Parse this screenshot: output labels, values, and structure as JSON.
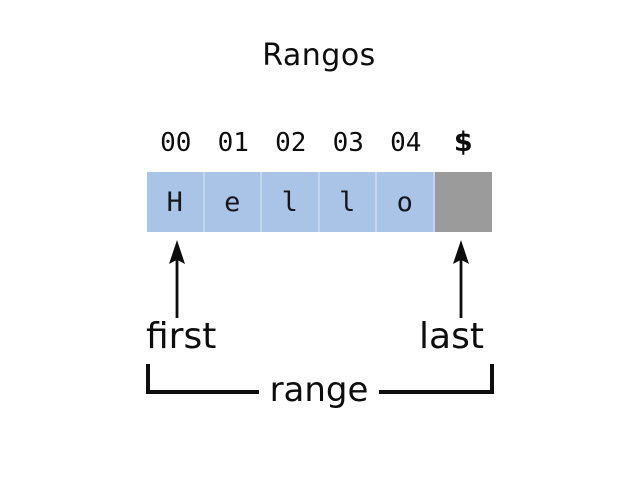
{
  "figure": {
    "title": "Rangos",
    "background_color": "#ffffff",
    "text_color": "#0d0d0d"
  },
  "array": {
    "cell_color": "#aac4e8",
    "sentinel_color": "#9b9b9b",
    "divider_color": "#c3d5ef",
    "indices": [
      "00",
      "01",
      "02",
      "03",
      "04"
    ],
    "sentinel_index_label": "$",
    "cells": [
      {
        "index": "00",
        "value": "H",
        "kind": "element"
      },
      {
        "index": "01",
        "value": "e",
        "kind": "element"
      },
      {
        "index": "02",
        "value": "l",
        "kind": "element"
      },
      {
        "index": "03",
        "value": "l",
        "kind": "element"
      },
      {
        "index": "04",
        "value": "o",
        "kind": "element"
      },
      {
        "index": "$",
        "value": "",
        "kind": "sentinel"
      }
    ]
  },
  "pointers": {
    "first": {
      "label": "first",
      "icon": "up-arrow-icon",
      "points_to_index": "00"
    },
    "last": {
      "label": "last",
      "icon": "up-arrow-icon",
      "points_to_index": "$"
    }
  },
  "range": {
    "label": "range",
    "bracket_icon": "range-bracket-icon",
    "spans_from": "first",
    "spans_to": "last"
  }
}
